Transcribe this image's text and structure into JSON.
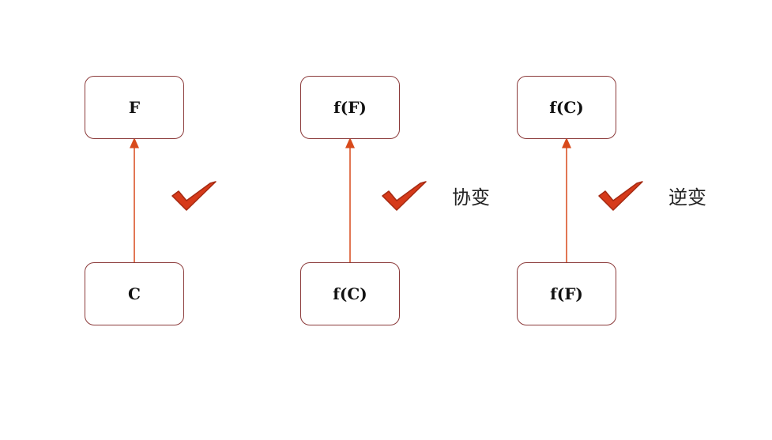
{
  "columns": [
    {
      "top": "F",
      "bottom": "C",
      "label": ""
    },
    {
      "top": "f(F)",
      "bottom": "f(C)",
      "label": "协变"
    },
    {
      "top": "f(C)",
      "bottom": "f(F)",
      "label": "逆变"
    }
  ],
  "colors": {
    "arrow": "#d84a1b",
    "border": "#8b3a3a",
    "check": "#d63a1a"
  },
  "icons": {
    "check": "checkmark-icon"
  }
}
